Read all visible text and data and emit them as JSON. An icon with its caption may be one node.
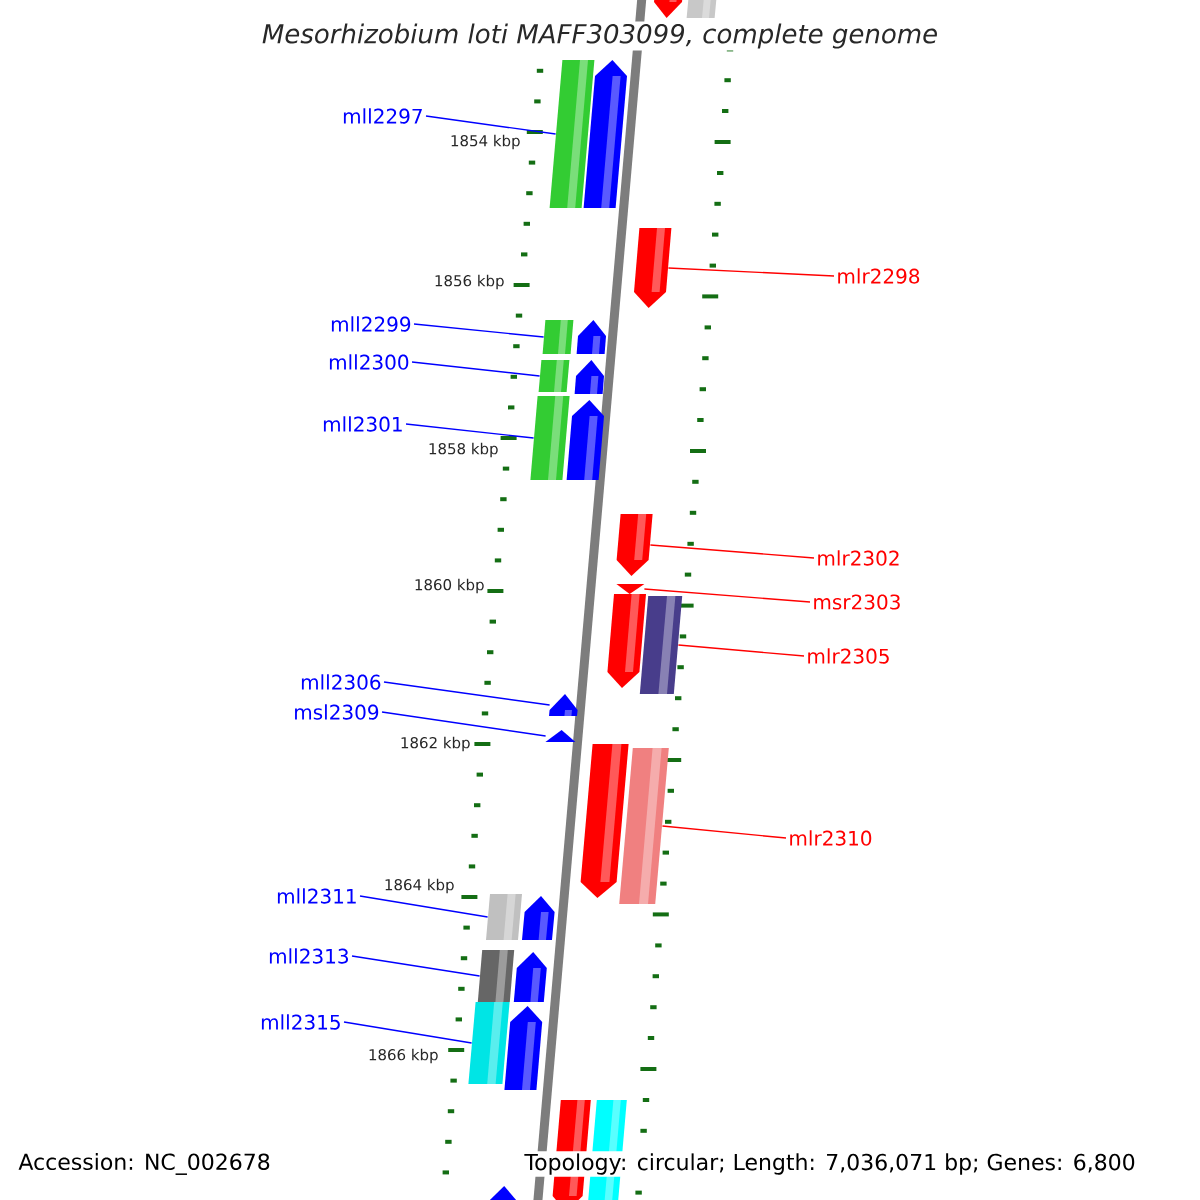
{
  "diagram": {
    "title": "*Mesorhizobium loti* MAFF303099, complete genome",
    "nodes": [
      {
        "text": [
          "mll2297"
        ]
      },
      {
        "text": [
          "mlr2298"
        ]
      },
      {
        "text": [
          "mll2299"
        ]
      },
      {
        "text": [
          "mll2300"
        ]
      },
      {
        "text": [
          "mll2301"
        ]
      },
      {
        "text": [
          "mlr2302"
        ]
      },
      {
        "text": [
          "msr2303"
        ]
      },
      {
        "text": [
          "mlr2305"
        ]
      },
      {
        "text": [
          "mll2306"
        ]
      },
      {
        "text": [
          "msl2309"
        ]
      },
      {
        "text": [
          "mlr2310"
        ]
      },
      {
        "text": [
          "mll2311"
        ]
      },
      {
        "text": [
          "mll2313"
        ]
      },
      {
        "text": [
          "mll2315"
        ]
      },
      {
        "text": [],
        "shape": "bar"
      },
      {
        "text": [],
        "shape": "bar"
      },
      {
        "text": [],
        "shape": "bar"
      },
      {
        "text": [],
        "shape": "bar"
      },
      {
        "text": [],
        "shape": "bar"
      },
      {
        "text": [],
        "shape": "bar"
      },
      {
        "text": [],
        "shape": "bar"
      },
      {
        "text": [],
        "shape": "bar"
      },
      {
        "text": [],
        "shape": "bar"
      },
      {
        "text": [],
        "shape": "bar"
      },
      {
        "text": [],
        "shape": "bar"
      },
      {
        "text": [],
        "shape": "bar"
      },
      {
        "text": [],
        "shape": "bar"
      },
      {
        "text": [],
        "shape": "bar"
      },
      {
        "text": [],
        "shape": "bar"
      },
      {
        "text": [],
        "shape": "bar"
      },
      {
        "text": [],
        "shape": "bar"
      },
      {
        "text": [],
        "shape": "bar"
      },
      {
        "text": [],
        "shape": "bar"
      },
      {
        "text": [],
        "shape": "bar"
      },
      {
        "text": [],
        "shape": "bar"
      },
      {
        "text": [],
        "shape": "bar"
      },
      {
        "text": [],
        "shape": "bar"
      },
      {
        "text": [],
        "shape": "bar"
      },
      {
        "text": [],
        "shape": "bar"
      },
      {
        "text": [],
        "shape": "bar"
      },
      {
        "text": [],
        "shape": "bar"
      },
      {
        "text": [],
        "shape": "bar"
      }
    ],
    "edges": [
      {
        "from": 0,
        "to": 16,
        "arrow": "none"
      },
      {
        "from": 1,
        "to": 18,
        "arrow": "none",
        "color": "#ff0000"
      },
      {
        "from": 2,
        "to": 19,
        "arrow": "none"
      },
      {
        "from": 3,
        "to": 21,
        "arrow": "none"
      },
      {
        "from": 4,
        "to": 23,
        "arrow": "none"
      },
      {
        "from": 5,
        "to": 25,
        "arrow": "none",
        "color": "#ff0000"
      },
      {
        "from": 6,
        "to": 26,
        "arrow": "none",
        "color": "#ff0000"
      },
      {
        "from": 7,
        "to": 28,
        "arrow": "none",
        "color": "#ff0000"
      },
      {
        "from": 8,
        "to": 29,
        "arrow": "none"
      },
      {
        "from": 9,
        "to": 30,
        "arrow": "none"
      },
      {
        "from": 10,
        "to": 32,
        "arrow": "none",
        "color": "#ff0000"
      },
      {
        "from": 11,
        "to": 33,
        "arrow": "none"
      },
      {
        "from": 12,
        "to": 35,
        "arrow": "none"
      },
      {
        "from": 13,
        "to": 37,
        "arrow": "none"
      }
    ],
    "labels": [
      "1854 kbp",
      "1856 kbp",
      "1858 kbp",
      "1860 kbp",
      "1862 kbp",
      "1864 kbp",
      "1866 kbp",
      "Accession: NC_002678",
      "Topology: circular; Length: 7,036,071 bp; Genes: 6,800"
    ]
  }
}
